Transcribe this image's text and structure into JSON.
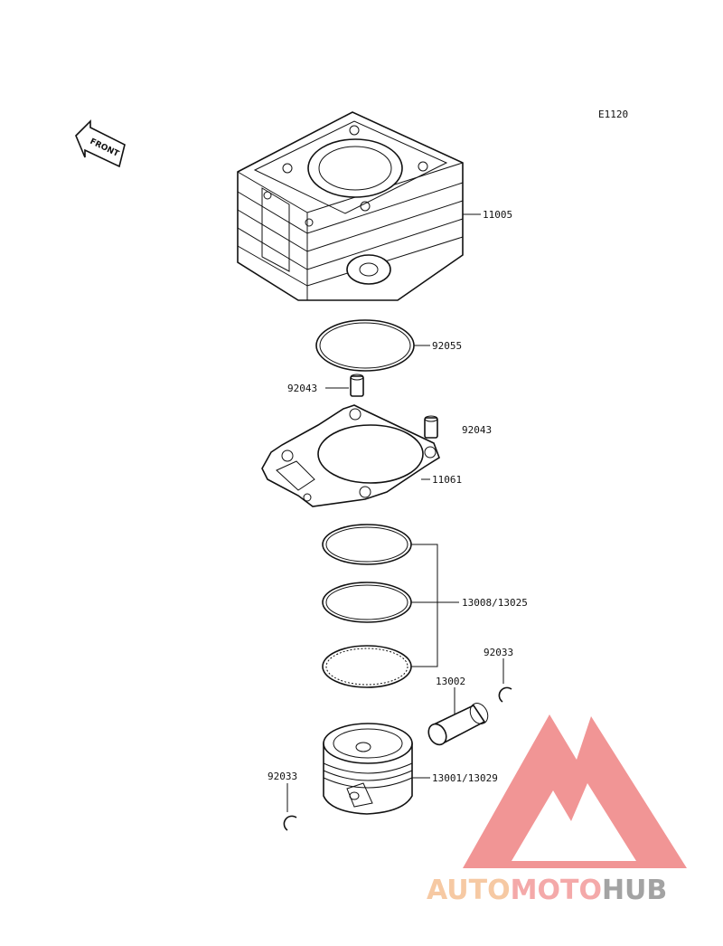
{
  "diagram_code": "E1120",
  "front_label": "FRONT",
  "parts": {
    "cylinder": "11005",
    "oring": "92055",
    "dowel_left": "92043",
    "dowel_right": "92043",
    "gasket": "11061",
    "rings": "13008/13025",
    "clip_right": "92033",
    "pin": "13002",
    "piston": "13001/13029",
    "clip_left": "92033"
  },
  "watermark": {
    "auto": "AUTO",
    "moto": "MOTO",
    "hub": "HUB",
    "colors": {
      "auto": "#f6c49a",
      "moto": "#f3a0a0",
      "hub": "#9a9a9a",
      "triangle": "#f08a8a"
    }
  }
}
